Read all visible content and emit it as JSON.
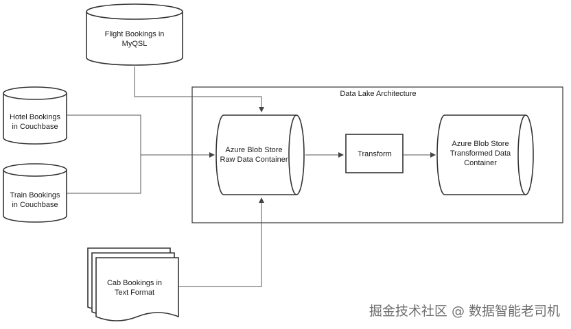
{
  "container": {
    "title": "Data Lake Architecture"
  },
  "sources": {
    "flight": [
      "Flight Bookings in",
      "MyQSL"
    ],
    "hotel": [
      "Hotel Bookings",
      "in Couchbase"
    ],
    "train": [
      "Train Bookings",
      "in Couchbase"
    ],
    "cab": [
      "Cab Bookings in",
      "Text Format"
    ]
  },
  "nodes": {
    "raw": [
      "Azure Blob Store",
      "Raw Data Container"
    ],
    "transform": "Transform",
    "transformed": [
      "Azure Blob Store",
      "Transformed Data",
      "Container"
    ]
  },
  "watermark": "掘金技术社区 @ 数据智能老司机"
}
